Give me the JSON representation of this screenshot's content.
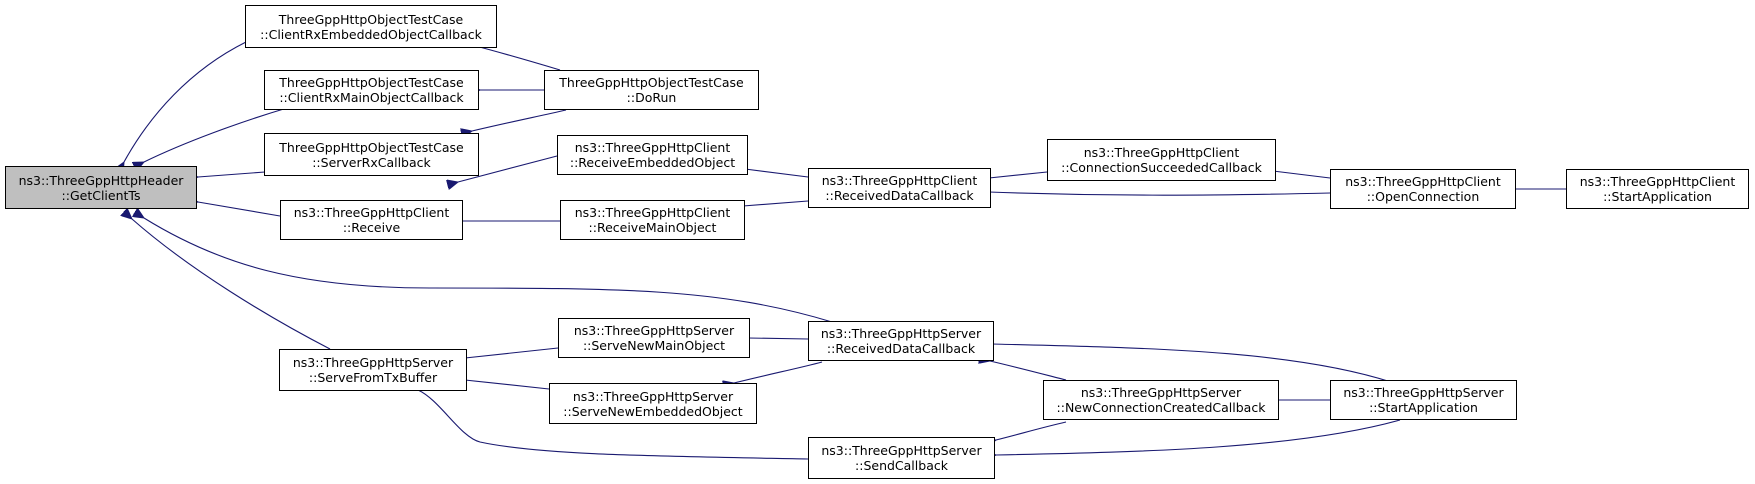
{
  "colors": {
    "edge": "#191970",
    "root_fill": "#bfbfbf",
    "node_fill": "#ffffff",
    "border": "#000000"
  },
  "nodes": {
    "root": {
      "line1": "ns3::ThreeGppHttpHeader",
      "line2": "::GetClientTs"
    },
    "tc_rx_embedded": {
      "line1": "ThreeGppHttpObjectTestCase",
      "line2": "::ClientRxEmbeddedObjectCallback"
    },
    "tc_rx_main": {
      "line1": "ThreeGppHttpObjectTestCase",
      "line2": "::ClientRxMainObjectCallback"
    },
    "tc_server_rx": {
      "line1": "ThreeGppHttpObjectTestCase",
      "line2": "::ServerRxCallback"
    },
    "tc_dorun": {
      "line1": "ThreeGppHttpObjectTestCase",
      "line2": "::DoRun"
    },
    "client_receive": {
      "line1": "ns3::ThreeGppHttpClient",
      "line2": "::Receive"
    },
    "client_recv_emb": {
      "line1": "ns3::ThreeGppHttpClient",
      "line2": "::ReceiveEmbeddedObject"
    },
    "client_recv_main": {
      "line1": "ns3::ThreeGppHttpClient",
      "line2": "::ReceiveMainObject"
    },
    "client_rdc": {
      "line1": "ns3::ThreeGppHttpClient",
      "line2": "::ReceivedDataCallback"
    },
    "client_conn_succ": {
      "line1": "ns3::ThreeGppHttpClient",
      "line2": "::ConnectionSucceededCallback"
    },
    "client_open": {
      "line1": "ns3::ThreeGppHttpClient",
      "line2": "::OpenConnection"
    },
    "client_start": {
      "line1": "ns3::ThreeGppHttpClient",
      "line2": "::StartApplication"
    },
    "server_sftb": {
      "line1": "ns3::ThreeGppHttpServer",
      "line2": "::ServeFromTxBuffer"
    },
    "server_snmo": {
      "line1": "ns3::ThreeGppHttpServer",
      "line2": "::ServeNewMainObject"
    },
    "server_sneo": {
      "line1": "ns3::ThreeGppHttpServer",
      "line2": "::ServeNewEmbeddedObject"
    },
    "server_rdc": {
      "line1": "ns3::ThreeGppHttpServer",
      "line2": "::ReceivedDataCallback"
    },
    "server_send": {
      "line1": "ns3::ThreeGppHttpServer",
      "line2": "::SendCallback"
    },
    "server_ncc": {
      "line1": "ns3::ThreeGppHttpServer",
      "line2": "::NewConnectionCreatedCallback"
    },
    "server_start": {
      "line1": "ns3::ThreeGppHttpServer",
      "line2": "::StartApplication"
    }
  }
}
